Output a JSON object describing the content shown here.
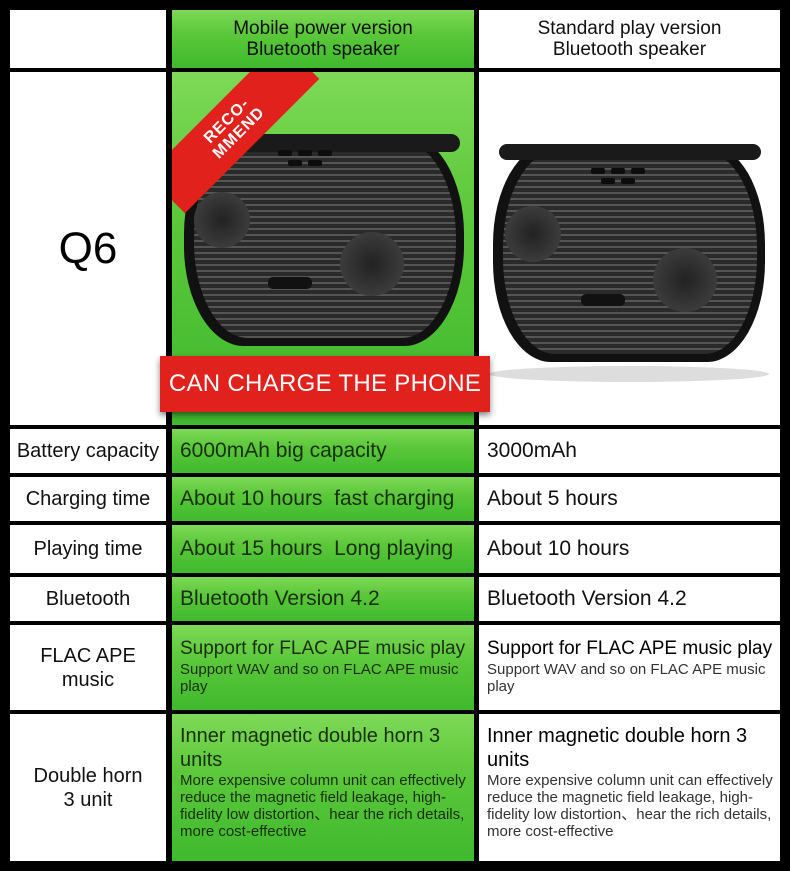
{
  "header": {
    "col1_line1": "Mobile power version",
    "col1_line2": "Bluetooth speaker",
    "col2_line1": "Standard play version",
    "col2_line2": "Bluetooth speaker"
  },
  "model": "Q6",
  "badges": {
    "recommend_line1": "RECO-",
    "recommend_line2": "MMEND",
    "charge": "CAN CHARGE THE PHONE"
  },
  "rows": {
    "battery": {
      "label": "Battery capacity",
      "mobile": "6000mAh big capacity",
      "standard": "3000mAh"
    },
    "charging": {
      "label": "Charging time",
      "mobile": "About 10 hours  fast charging",
      "standard": "About 5 hours"
    },
    "playing": {
      "label": "Playing time",
      "mobile": "About 15 hours  Long playing",
      "standard": "About 10 hours"
    },
    "bluetooth": {
      "label": "Bluetooth",
      "mobile": "Bluetooth Version 4.2",
      "standard": "Bluetooth Version 4.2"
    },
    "flac": {
      "label_line1": "FLAC APE",
      "label_line2": "music",
      "main": "Support for FLAC APE music play",
      "sub": "Support WAV and so on FLAC APE music play"
    },
    "horn": {
      "label_line1": "Double horn",
      "label_line2": "3 unit",
      "main": "Inner magnetic double horn 3 units",
      "sub": "More expensive column unit can effectively reduce the magnetic field leakage, high-fidelity low distortion、hear the rich details, more cost-effective"
    }
  },
  "colors": {
    "green": "#5cc83a",
    "red": "#e0211c",
    "grid": "#000000"
  }
}
